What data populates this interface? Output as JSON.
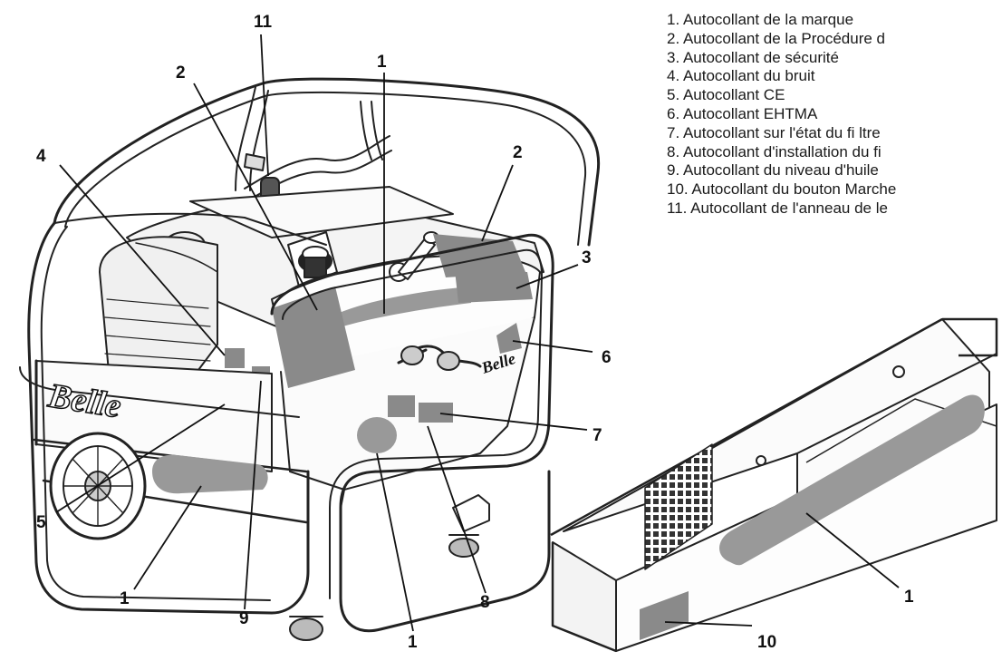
{
  "legend": {
    "items": [
      "1.  Autocollant de la marque",
      "2.   Autocollant de la Procédure d",
      "3.   Autocollant de sécurité",
      "4.   Autocollant du bruit",
      "5.   Autocollant CE",
      "6.   Autocollant EHTMA",
      "7.   Autocollant sur l'état du fi ltre",
      "8.   Autocollant d'installation du fi",
      "9.   Autocollant du niveau d'huile",
      "10. Autocollant du bouton Marche",
      "11.  Autocollant de l'anneau de le"
    ]
  },
  "callouts": {
    "n1_top": "1",
    "n1_side": "1",
    "n1_bottom": "1",
    "n1_tray": "1",
    "n2_left": "2",
    "n2_right": "2",
    "n3": "3",
    "n4": "4",
    "n5": "5",
    "n6": "6",
    "n7": "7",
    "n8": "8",
    "n9": "9",
    "n10": "10",
    "n11": "11"
  },
  "brand_badges": [
    "Belle",
    "Belle"
  ]
}
